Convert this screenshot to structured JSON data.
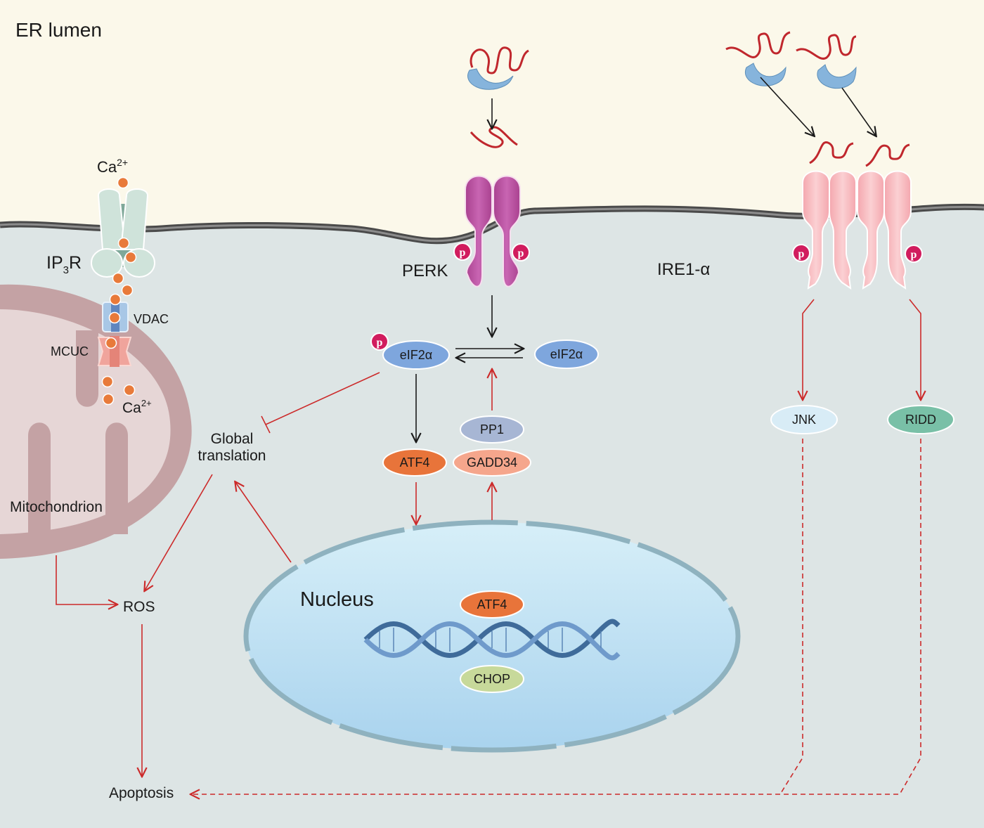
{
  "labels": {
    "er_lumen": "ER lumen",
    "ca_top": "Ca",
    "ca_sup": "2+",
    "ip3r_main": "IP",
    "ip3r_sub": "3",
    "ip3r_tail": "R",
    "vdac": "VDAC",
    "mcuc": "MCUC",
    "ca_bottom": "Ca",
    "ca_bottom_sup": "2+",
    "mitochondrion": "Mitochondrion",
    "perk": "PERK",
    "ire1": "IRE1-α",
    "global_line1": "Global",
    "global_line2": "translation",
    "ros": "ROS",
    "apoptosis": "Apoptosis",
    "nucleus": "Nucleus",
    "phospho": "p"
  },
  "nodes": {
    "eif2a_p": "eIF2α",
    "eif2a": "eIF2α",
    "atf4": "ATF4",
    "pp1": "PP1",
    "gadd34": "GADD34",
    "atf4_nucleus": "ATF4",
    "chop": "CHOP",
    "jnk": "JNK",
    "ridd": "RIDD"
  },
  "colors": {
    "er_lumen": "#fbf8ea",
    "cytosol": "#dde5e5",
    "membrane": "#4a4a4a",
    "mito_outer": "#c4a2a4",
    "mito_inner": "#e6d6d6",
    "perk": "#bf58a8",
    "ire1": "#f8bcc1",
    "arrow_red": "#cc2a2a",
    "arrow_black": "#1a1a1a",
    "phospho": "#d11c5e",
    "eif2a": "#7ea6dd",
    "atf4": "#e8743a",
    "pp1": "#a7b6d4",
    "gadd34": "#f5a68c",
    "chop": "#c7d99a",
    "jnk": "#d8ecf6",
    "ridd": "#79c0a7",
    "nucleus": "#bfe3f2",
    "ca_ion": "#e87a3a",
    "bip": "#86b4dc",
    "unfolded_protein": "#c0272d"
  }
}
